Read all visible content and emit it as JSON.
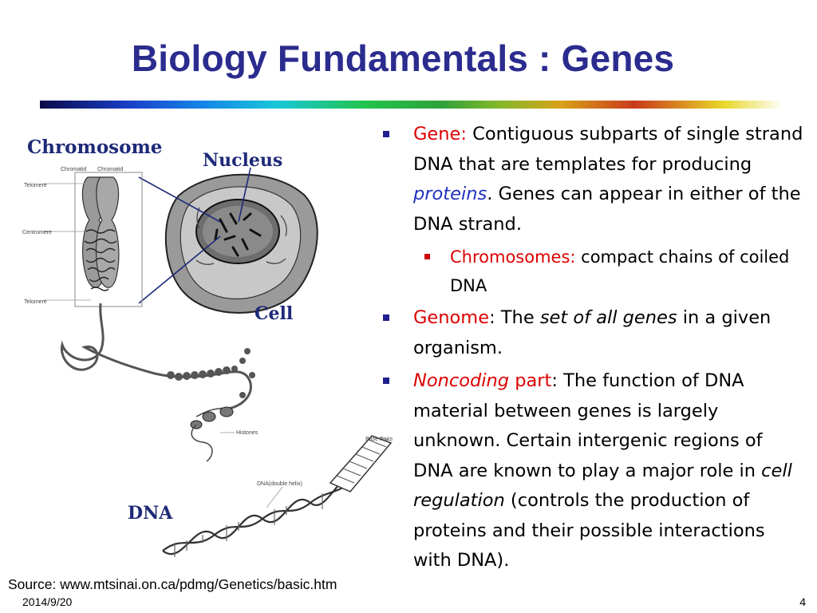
{
  "slide": {
    "title": "Biology Fundamentals : Genes",
    "source": "Source: www.mtsinai.on.ca/pdmg/Genetics/basic.htm",
    "date": "2014/9/20",
    "page_number": "4"
  },
  "figure": {
    "labels": {
      "chromosome": "Chromosome",
      "nucleus": "Nucleus",
      "cell": "Cell",
      "dna": "DNA",
      "chromatid_1": "Chromatid",
      "chromatid_2": "Chromatid",
      "telomere_top": "Telomere",
      "centromere": "Centromere",
      "telomere_bottom": "Telomere",
      "histones": "Histones",
      "base_pairs": "Base Pairs",
      "dna_double_helix": "DNA(double helix)"
    }
  },
  "bullets": {
    "gene": {
      "term": "Gene:",
      "text_1": " Contiguous subparts of single strand DNA that are templates for producing ",
      "emph": "proteins",
      "text_2": ".  Genes can appear in either of the DNA strand."
    },
    "chromosomes": {
      "term": "Chromosomes:",
      "text": " compact chains of coiled DNA"
    },
    "genome": {
      "term": "Genome",
      "text_1": ": The ",
      "emph": "set of all genes",
      "text_2": " in a given organism."
    },
    "noncoding": {
      "term_it": "Noncoding",
      "term_rest": " part",
      "text_1": ": The function of DNA material between genes is largely unknown.  Certain intergenic regions of DNA are known to play a major role in ",
      "emph": "cell regulation",
      "text_2": " (controls the production of proteins and their possible interactions with DNA)."
    }
  },
  "colors": {
    "title": "#2b2c8e",
    "term": "#dd0000",
    "bullet_marker": "#1f1f8f",
    "sub_bullet_marker": "#cc0000",
    "emphasis_blue": "#2030c0"
  }
}
